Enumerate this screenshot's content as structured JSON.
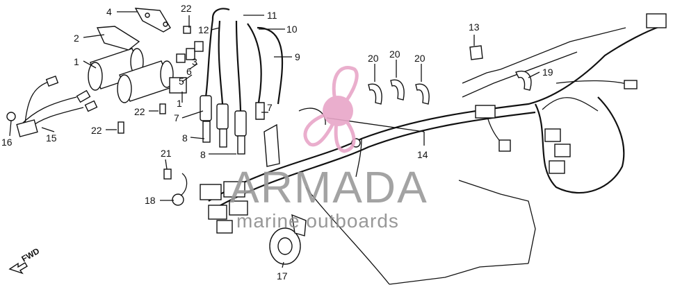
{
  "diagram": {
    "callouts": [
      {
        "id": "c1a",
        "text": "1"
      },
      {
        "id": "c1b",
        "text": "1"
      },
      {
        "id": "c2",
        "text": "2"
      },
      {
        "id": "c3",
        "text": "3"
      },
      {
        "id": "c4",
        "text": "4"
      },
      {
        "id": "c5",
        "text": "5"
      },
      {
        "id": "c6",
        "text": "6"
      },
      {
        "id": "c7a",
        "text": "7"
      },
      {
        "id": "c7b",
        "text": "7"
      },
      {
        "id": "c8a",
        "text": "8"
      },
      {
        "id": "c8b",
        "text": "8"
      },
      {
        "id": "c9",
        "text": "9"
      },
      {
        "id": "c10",
        "text": "10"
      },
      {
        "id": "c11",
        "text": "11"
      },
      {
        "id": "c12",
        "text": "12"
      },
      {
        "id": "c13",
        "text": "13"
      },
      {
        "id": "c14",
        "text": "14"
      },
      {
        "id": "c15",
        "text": "15"
      },
      {
        "id": "c16",
        "text": "16"
      },
      {
        "id": "c17",
        "text": "17"
      },
      {
        "id": "c18",
        "text": "18"
      },
      {
        "id": "c19",
        "text": "19"
      },
      {
        "id": "c20a",
        "text": "20"
      },
      {
        "id": "c20b",
        "text": "20"
      },
      {
        "id": "c20c",
        "text": "20"
      },
      {
        "id": "c21",
        "text": "21"
      },
      {
        "id": "c22a",
        "text": "22"
      },
      {
        "id": "c22b",
        "text": "22"
      },
      {
        "id": "c22c",
        "text": "22"
      }
    ],
    "direction_label": "FWD"
  },
  "watermark": {
    "brand": "ARMADA",
    "tagline": "marine outboards",
    "logo_icon": "propeller-icon",
    "logo_color": "#e8a6c8",
    "text_color": "#9a9a9a"
  }
}
